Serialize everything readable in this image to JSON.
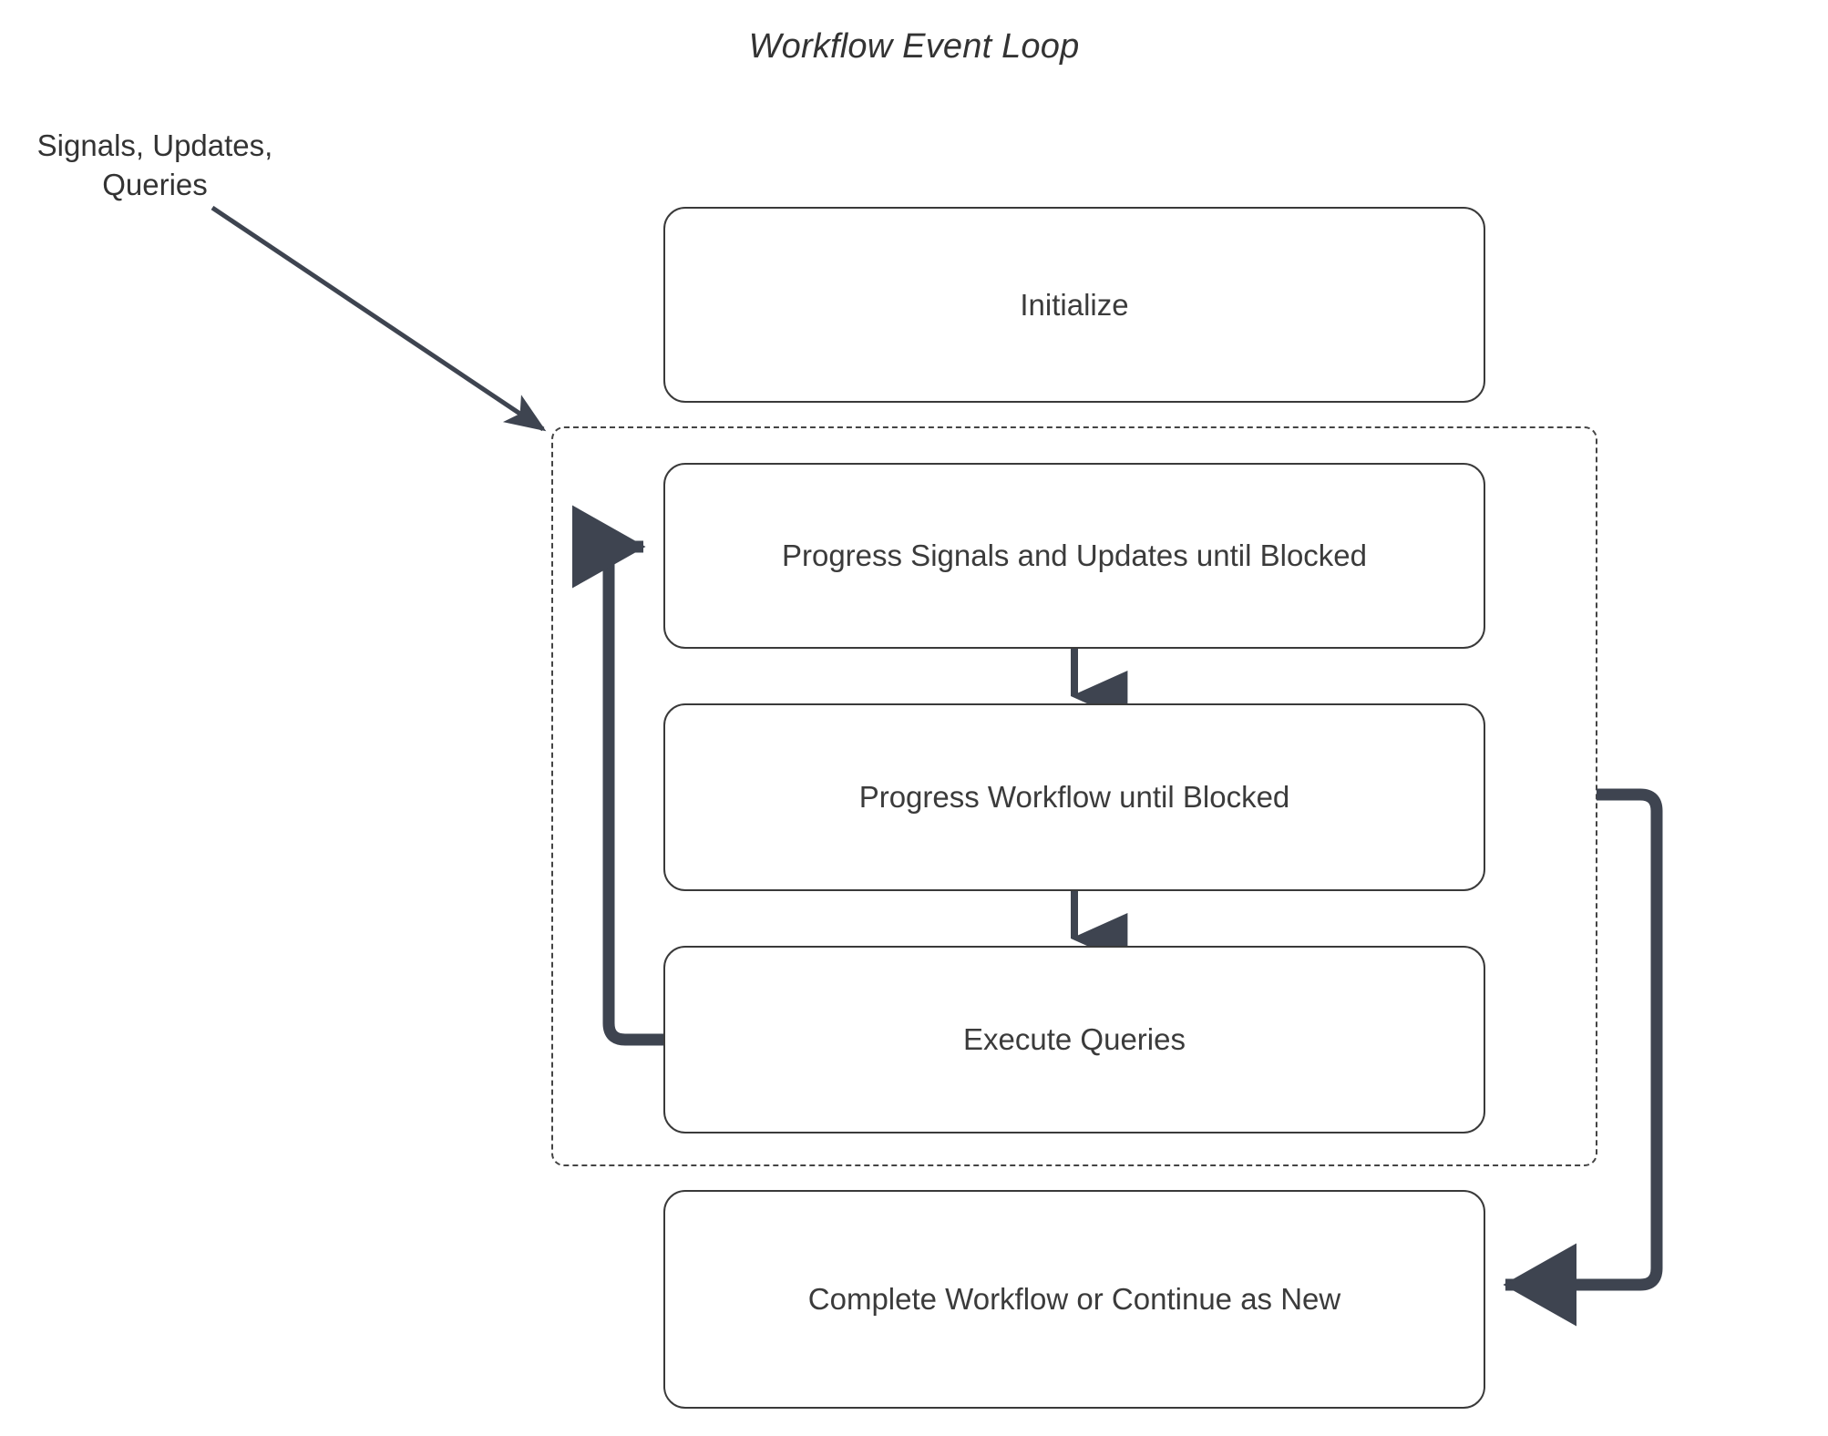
{
  "diagram": {
    "title": "Workflow Event Loop",
    "accent_color": "#3e4450",
    "box_border_color": "#3a3a3a",
    "text_color": "#3b3b3b",
    "background": "#ffffff"
  },
  "external_label": {
    "text": "Signals, Updates,\nQueries",
    "line1": "Signals, Updates,",
    "line2": "Queries"
  },
  "nodes": [
    {
      "id": "initialize",
      "label": "Initialize"
    },
    {
      "id": "progress-signals",
      "label": "Progress Signals and Updates until Blocked"
    },
    {
      "id": "progress-workflow",
      "label": "Progress Workflow until Blocked"
    },
    {
      "id": "execute-queries",
      "label": "Execute Queries"
    },
    {
      "id": "complete-workflow",
      "label": "Complete Workflow or Continue as New"
    }
  ],
  "group": {
    "id": "event-loop-group",
    "style": "dashed",
    "label": ""
  },
  "edges": [
    {
      "id": "external-to-loop",
      "from": "Signals, Updates, Queries",
      "to": "event-loop-group",
      "style": "thin-arrow"
    },
    {
      "id": "signals-to-workflow",
      "from": "Progress Signals and Updates until Blocked",
      "to": "Progress Workflow until Blocked",
      "style": "arrow-down"
    },
    {
      "id": "workflow-to-queries",
      "from": "Progress Workflow until Blocked",
      "to": "Execute Queries",
      "style": "arrow-down"
    },
    {
      "id": "queries-loopback",
      "from": "Execute Queries",
      "to": "Progress Signals and Updates until Blocked",
      "style": "thick-loop-left"
    },
    {
      "id": "loop-to-complete",
      "from": "event-loop-group",
      "to": "Complete Workflow or Continue as New",
      "style": "thick-loop-right"
    }
  ]
}
